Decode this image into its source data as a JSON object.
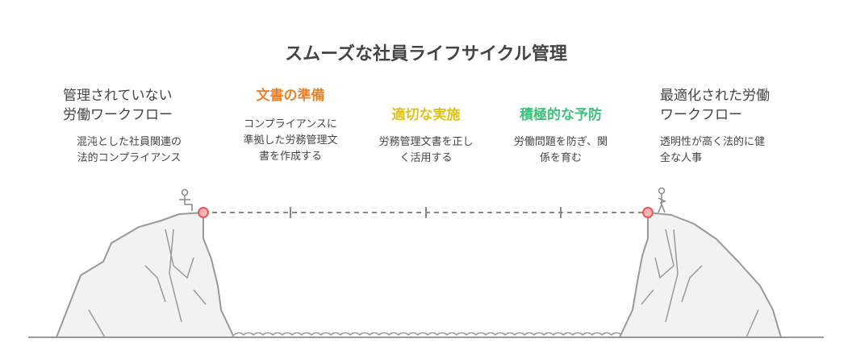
{
  "title": "スムーズな社員ライフサイクル管理",
  "start": {
    "heading": [
      "管理されていない",
      "労働ワークフロー"
    ],
    "description": [
      "混沌とした社員関連の",
      "法的コンプライアンス"
    ]
  },
  "steps": [
    {
      "heading": "文書の準備",
      "color": "#e8832f",
      "description": [
        "コンプライアンスに",
        "準拠した労務管理文",
        "書を作成する"
      ]
    },
    {
      "heading": "適切な実施",
      "color": "#dfc11c",
      "description": [
        "労務管理文書を正し",
        "く活用する"
      ]
    },
    {
      "heading": "積極的な予防",
      "color": "#3ec27b",
      "description": [
        "労働問題を防ぎ、関",
        "係を育む"
      ]
    }
  ],
  "end": {
    "heading": [
      "最適化された労働",
      "ワークフロー"
    ],
    "description": [
      "透明性が高く法的に健",
      "全な人事"
    ]
  },
  "colors": {
    "marker": "#e8585a",
    "line": "#888888",
    "rock": "#f2f2f2"
  }
}
